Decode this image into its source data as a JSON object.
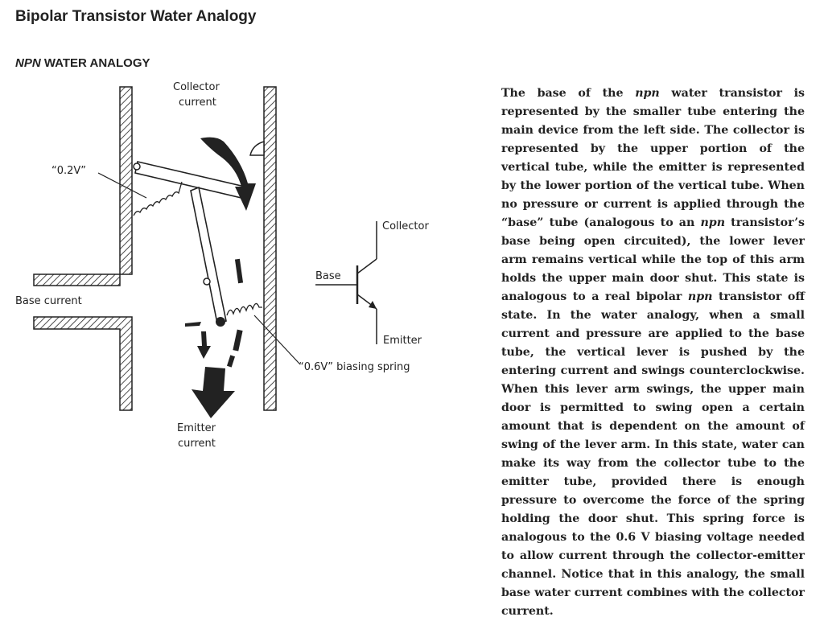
{
  "title": "Bipolar Transistor Water Analogy",
  "section": {
    "italic_prefix": "NPN",
    "rest": " WATER ANALOGY"
  },
  "figure_labels": {
    "collector_current_1": "Collector",
    "collector_current_2": "current",
    "v02": "“0.2V”",
    "base_current": "Base current",
    "biasing_spring": "“0.6V” biasing spring",
    "emitter_current_1": "Emitter",
    "emitter_current_2": "current",
    "symbol_collector": "Collector",
    "symbol_base": "Base",
    "symbol_emitter": "Emitter"
  },
  "paragraph": [
    {
      "t": "The base of the "
    },
    {
      "t": "npn",
      "i": true
    },
    {
      "t": " water transistor is represented by the smaller tube entering the main device from the left side. The collector is represented by the upper portion of the vertical tube, while the emitter is represented by the lower portion of the vertical tube. When no pressure or current is applied through the “base” tube (analogous to an "
    },
    {
      "t": "npn",
      "i": true
    },
    {
      "t": " transistor’s base being open circuited), the lower lever arm remains vertical while the top of this arm holds the upper main door shut. This state is analogous to a real bipolar "
    },
    {
      "t": "npn",
      "i": true
    },
    {
      "t": " transistor off state. In the water analogy, when a small current and pressure are applied to the base tube, the vertical lever is pushed by the entering current and swings counterclockwise. When this lever arm swings, the upper main door is permitted to swing open a certain amount that is dependent on the amount of swing of the lever arm. In this state, water can make its way from the collector tube to the emitter tube, provided there is enough pressure to overcome the force of the spring holding the door shut. This spring force is analogous to the 0.6 V biasing voltage needed to allow current through the collector-emitter channel. Notice that in this analogy, the small base water current combines with the collector current."
    }
  ]
}
